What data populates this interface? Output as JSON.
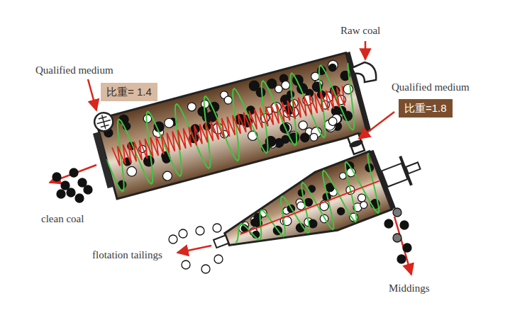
{
  "diagram": {
    "nodes": [
      {
        "text": [
          "比重= 1.4"
        ]
      },
      {
        "text": [
          "比重=1.8"
        ]
      }
    ],
    "labels": [
      "Raw coal",
      "Qualified medium",
      "Qualified medium",
      "clean coal",
      "flotation tailings",
      "Middings"
    ]
  }
}
